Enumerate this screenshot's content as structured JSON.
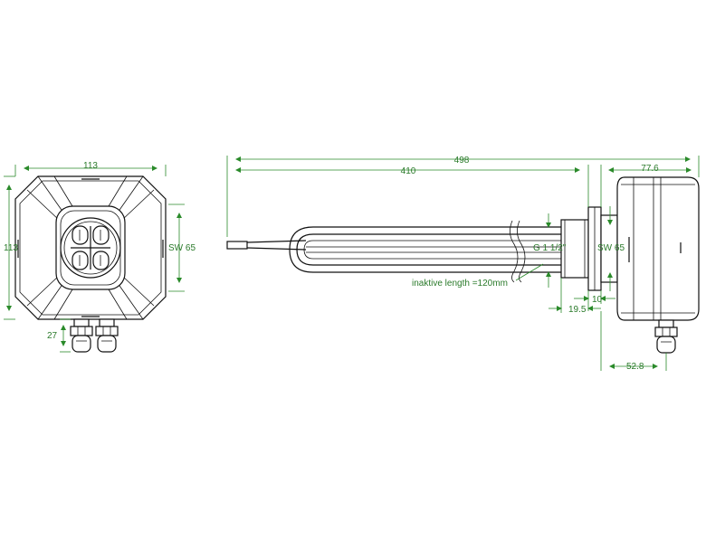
{
  "dimensions": {
    "front_width": "113",
    "front_height": "113",
    "front_wrench": "SW 65",
    "front_gland": "27",
    "total_length": "498",
    "rod_length": "410",
    "housing_width": "77.6",
    "thread": "G 1 1/2\"",
    "side_wrench": "SW 65",
    "inactive_length": "inaktive length =120mm",
    "flange_10": "10",
    "flange_19_5": "19.5",
    "gland_offset": "52.8"
  },
  "colors": {
    "dimension": "#2a8a2a",
    "outline": "#111111"
  }
}
